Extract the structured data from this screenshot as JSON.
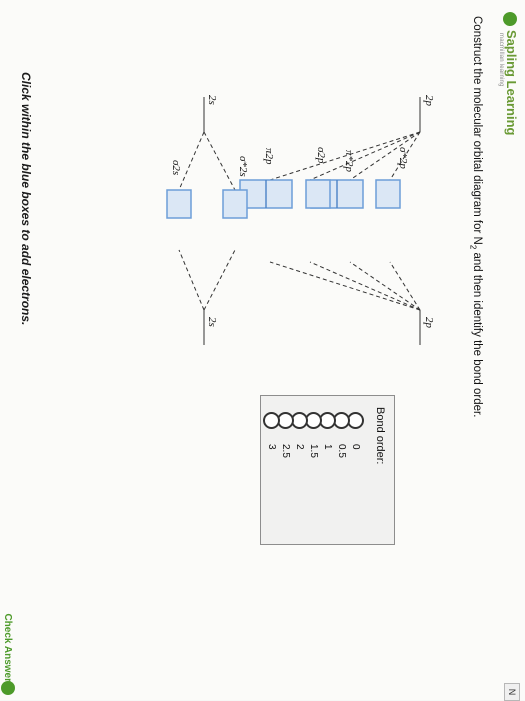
{
  "app": {
    "brand": "Sapling Learning",
    "tagline": "macmillan learning"
  },
  "header": {
    "tab_label": "N"
  },
  "question": {
    "prefix": "Construct the molecular orbital diagram for N",
    "subscript": "2",
    "suffix": " and then identify the bond order."
  },
  "diagram": {
    "left_atom": {
      "top_label": "2p",
      "bottom_label": "2s"
    },
    "right_atom": {
      "top_label": "2p",
      "bottom_label": "2s"
    },
    "mo_labels": {
      "sigma_star_2p": "σ*2p",
      "pi_star_2p": "π*2p",
      "sigma_2p": "σ2p",
      "pi_2p": "π2p",
      "sigma_star_2s": "σ*2s",
      "sigma_2s": "σ2s"
    }
  },
  "bond_order": {
    "title": "Bond order:",
    "options": [
      "0",
      "0.5",
      "1",
      "1.5",
      "2",
      "2.5",
      "3"
    ],
    "selected": null
  },
  "instruction": "Click within the blue boxes to add electrons.",
  "footer": {
    "check_answer": "Check Answer",
    "next_icon": "next-arrow-icon"
  },
  "colors": {
    "brand": "#4d9a2a",
    "box_fill": "#dbe7f5",
    "box_border": "#6d9ed8",
    "line": "#333333"
  }
}
